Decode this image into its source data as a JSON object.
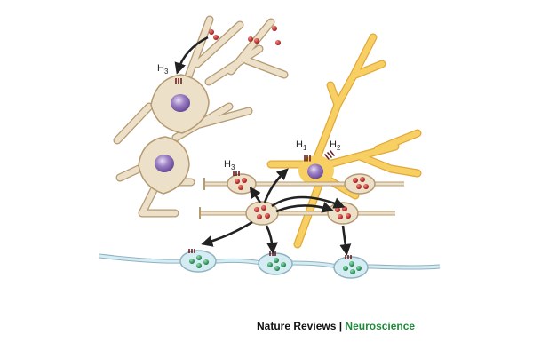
{
  "labels": {
    "h3_top": {
      "main": "H",
      "sub": "3"
    },
    "h3_mid": {
      "main": "H",
      "sub": "3"
    },
    "h1": {
      "main": "H",
      "sub": "1"
    },
    "h2": {
      "main": "H",
      "sub": "2"
    }
  },
  "credit": {
    "journal": "Nature Reviews",
    "separator": " | ",
    "section": "Neuroscience"
  },
  "colors": {
    "tan_fill": "#ece0c8",
    "tan_stroke": "#b59a72",
    "yellow_fill": "#f7cf63",
    "yellow_stroke": "#e1a93a",
    "blue_fill": "#d6ecf3",
    "blue_stroke": "#8fb2c2",
    "nucleus": "#8f6fb8",
    "red_vesicle": "#b01d1d",
    "green_vesicle": "#1f8a4c",
    "receptor": "#6b1f1f",
    "arrow": "#222222"
  }
}
